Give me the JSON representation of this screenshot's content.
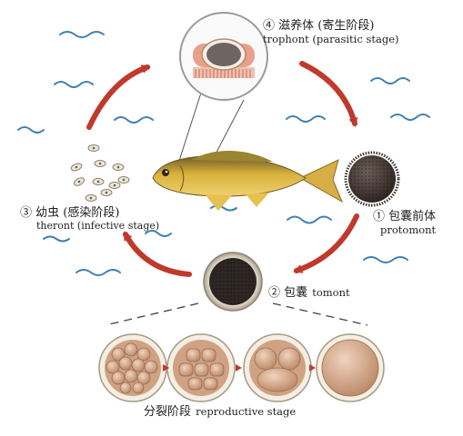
{
  "labels": {
    "trophont_cn": "④ 滋养体 (寄生阶段)",
    "trophont_en": "trophont (parasitic stage)",
    "protomont_cn": "① 包囊前体",
    "protomont_en": "protomont",
    "tomont_cn": "② 包囊",
    "tomont_en": "tomont",
    "theront_cn": "③ 幼虫 (感染阶段)",
    "theront_en": "theront (infective stage)",
    "repro_cn": "分裂阶段",
    "repro_en": "reproductive stage"
  },
  "colors": {
    "arrow": "#c0392b",
    "water_wave": "#3f7fb0",
    "fish_body": "#d9b23a",
    "cyst_dark": "#3b302c",
    "cell_fill": "#d9a88a",
    "text": "#222222"
  },
  "icons": [
    "fish-image",
    "protomont-icon",
    "tomont-icon",
    "trophont-inset-icon",
    "theront-cluster-icon"
  ]
}
